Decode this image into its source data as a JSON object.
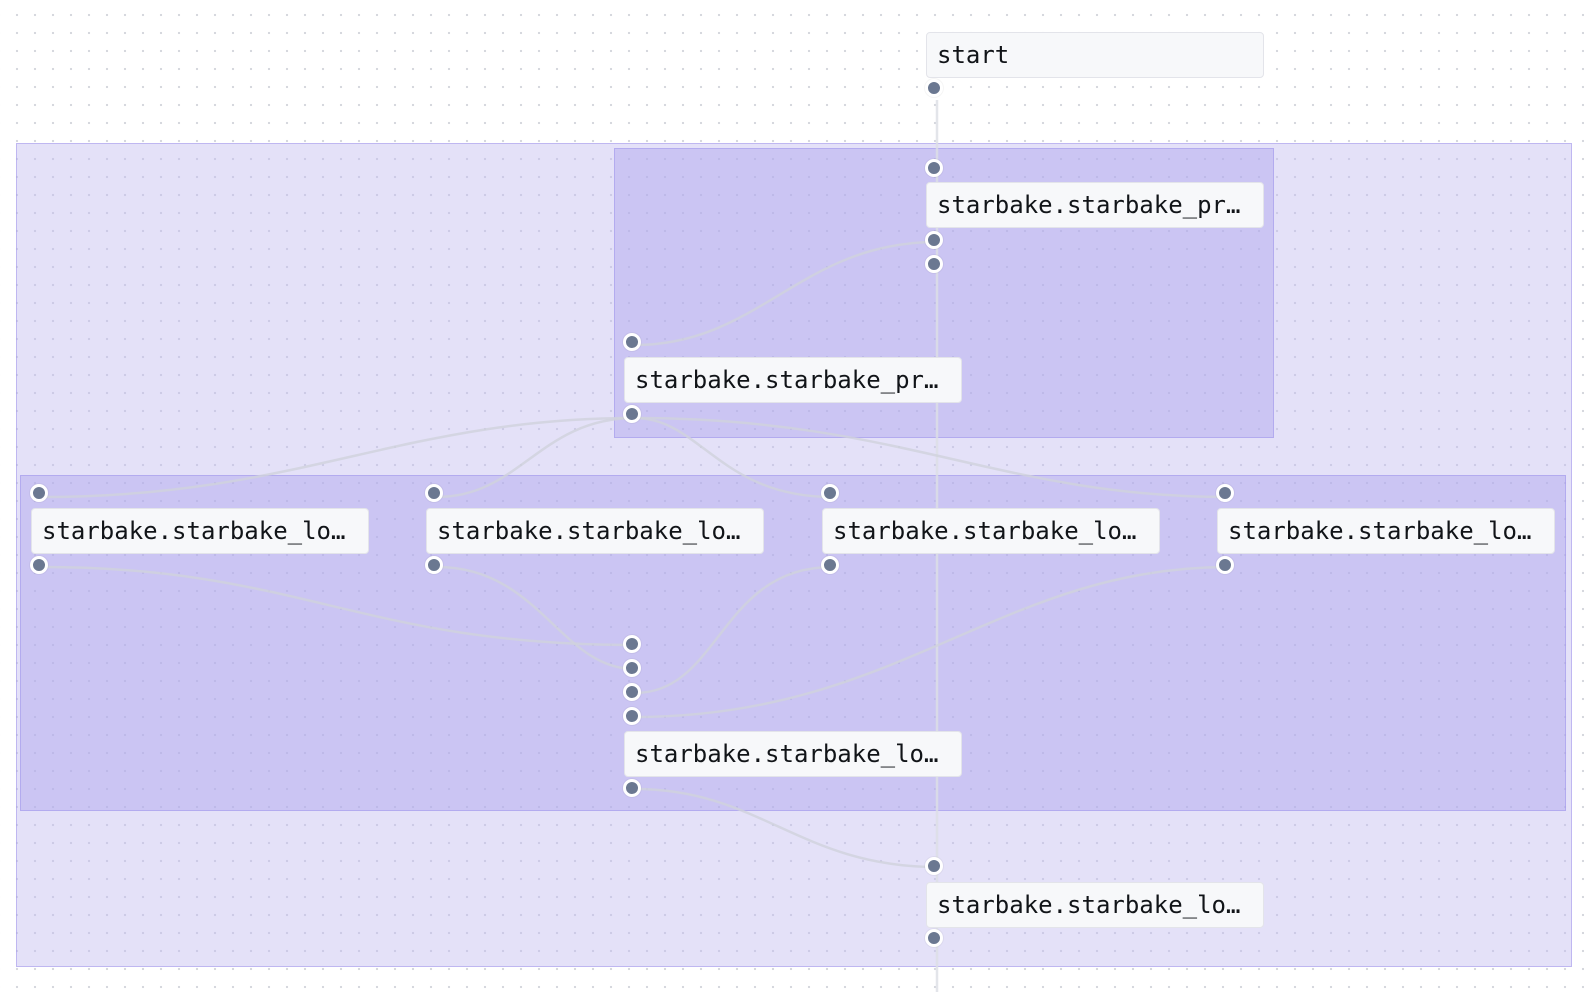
{
  "nodes": {
    "start": "start",
    "prep_top": "starbake.starbake_pr…",
    "prep_mid": "starbake.starbake_pr…",
    "lo_1": "starbake.starbake_lo…",
    "lo_2": "starbake.starbake_lo…",
    "lo_3": "starbake.starbake_lo…",
    "lo_4": "starbake.starbake_lo…",
    "lo_merge": "starbake.starbake_lo…",
    "lo_final": "starbake.starbake_lo…"
  },
  "colors": {
    "port": "#6b7891",
    "edge": "#cfd2dc",
    "outer_group": "#e3e0f7",
    "inner_group": "#cfcbf2"
  }
}
